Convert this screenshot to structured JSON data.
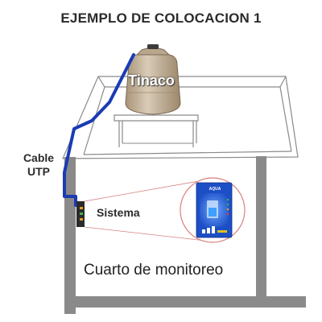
{
  "title": "EJEMPLO DE COLOCACION 1",
  "labels": {
    "tank": "Tinaco",
    "cable": "Cable UTP",
    "system": "Sistema",
    "room": "Cuarto de monitoreo"
  },
  "device": {
    "brand": "AQUA"
  },
  "colors": {
    "cable": "#1a3bb5",
    "wall": "#8a8a8a",
    "tank": "#c9b9a4",
    "callout": "#d98080",
    "device_panel": "#1c4fc6"
  }
}
